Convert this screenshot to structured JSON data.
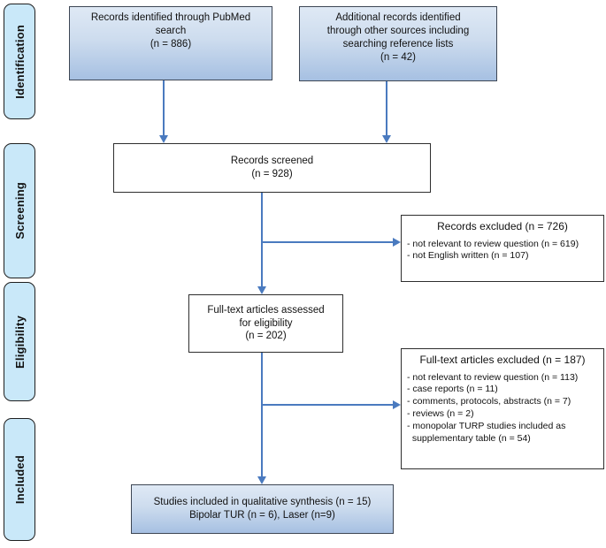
{
  "figure": {
    "kind": "PRISMA flow diagram",
    "stages": [
      {
        "id": "identification",
        "label": "Identification"
      },
      {
        "id": "screening",
        "label": "Screening"
      },
      {
        "id": "eligibility",
        "label": "Eligibility"
      },
      {
        "id": "included",
        "label": "Included"
      }
    ],
    "boxes": {
      "pubmed": {
        "text": "Records identified through PubMed\nsearch\n(n = 886)"
      },
      "additional": {
        "text": "Additional records identified\nthrough other sources including\nsearching reference lists\n(n = 42)"
      },
      "screened": {
        "text": "Records screened\n(n = 928)"
      },
      "records_excluded": {
        "title": "Records excluded (n = 726)",
        "reasons": "- not relevant to review question (n = 619)\n- not English written (n = 107)"
      },
      "fulltext": {
        "text": "Full-text articles assessed\nfor eligibility\n(n = 202)"
      },
      "fulltext_excluded": {
        "title": "Full-text articles excluded (n = 187)",
        "reasons": "- not relevant to review question (n = 113)\n- case reports (n = 11)\n- comments, protocols, abstracts (n = 7)\n- reviews (n = 2)\n- monopolar TURP studies included as\n  supplementary table (n = 54)"
      },
      "included": {
        "text": "Studies included in qualitative synthesis (n = 15)\nBipolar TUR (n = 6), Laser (n=9)"
      }
    },
    "colors": {
      "arrow": "#4a7abf",
      "box_border": "#3d4654",
      "stage_fill": "#c9e8f9",
      "stage_border": "#1f1f1f",
      "gradient_top": "#dfe9f5",
      "gradient_bottom": "#a6c0e2",
      "white_box_border": "#2e2e2e",
      "text": "#111111"
    }
  }
}
